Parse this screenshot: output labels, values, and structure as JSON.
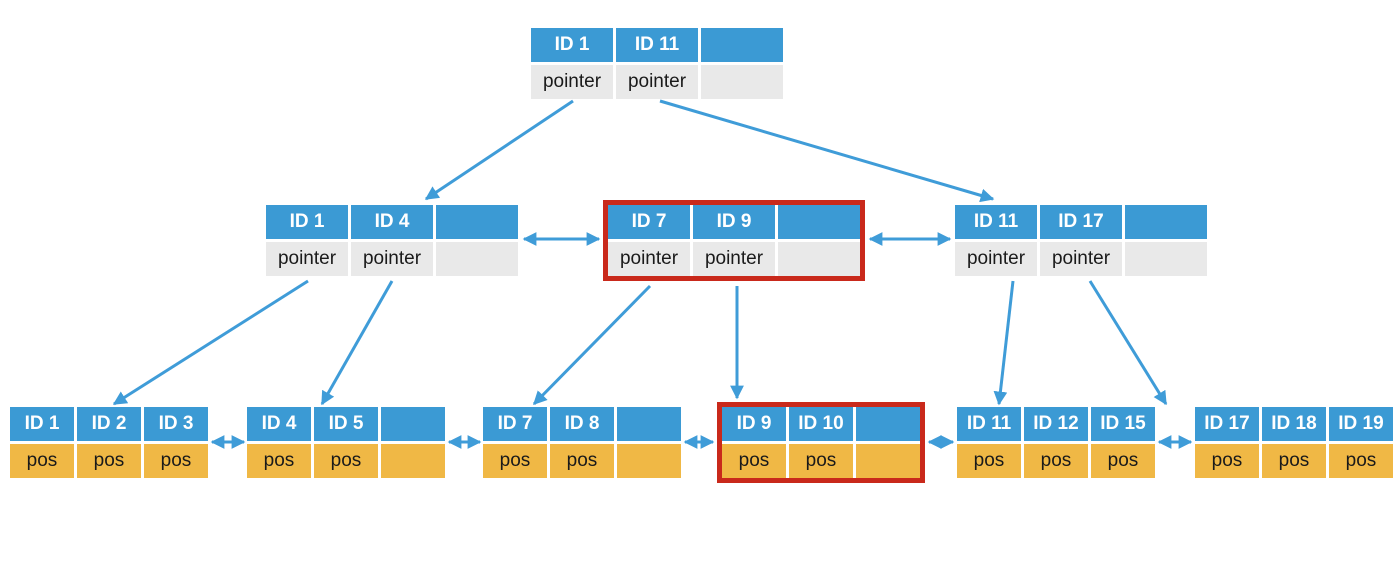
{
  "diagram": {
    "type": "b-plus-tree-index",
    "colors": {
      "header_fill": "#3B9AD4",
      "pointer_fill": "#E9E9E9",
      "pos_fill": "#F0B845",
      "highlight_border": "#C9291B",
      "arrow": "#3F9CD8",
      "key_text": "#FFFFFF",
      "value_text": "#1A1A1A",
      "background": "#FFFFFF"
    },
    "nodes": {
      "root": [
        {
          "keys": [
            "ID 1",
            "ID 11",
            ""
          ],
          "values": [
            "pointer",
            "pointer",
            ""
          ],
          "highlighted": false
        }
      ],
      "internal": [
        {
          "keys": [
            "ID 1",
            "ID 4",
            ""
          ],
          "values": [
            "pointer",
            "pointer",
            ""
          ],
          "highlighted": false
        },
        {
          "keys": [
            "ID 7",
            "ID 9",
            ""
          ],
          "values": [
            "pointer",
            "pointer",
            ""
          ],
          "highlighted": true
        },
        {
          "keys": [
            "ID 11",
            "ID 17",
            ""
          ],
          "values": [
            "pointer",
            "pointer",
            ""
          ],
          "highlighted": false
        }
      ],
      "leaves": [
        {
          "keys": [
            "ID 1",
            "ID 2",
            "ID 3"
          ],
          "values": [
            "pos",
            "pos",
            "pos"
          ],
          "highlighted": false
        },
        {
          "keys": [
            "ID 4",
            "ID 5",
            ""
          ],
          "values": [
            "pos",
            "pos",
            ""
          ],
          "highlighted": false
        },
        {
          "keys": [
            "ID 7",
            "ID 8",
            ""
          ],
          "values": [
            "pos",
            "pos",
            ""
          ],
          "highlighted": false
        },
        {
          "keys": [
            "ID 9",
            "ID 10",
            ""
          ],
          "values": [
            "pos",
            "pos",
            ""
          ],
          "highlighted": true
        },
        {
          "keys": [
            "ID 11",
            "ID 12",
            "ID 15"
          ],
          "values": [
            "pos",
            "pos",
            "pos"
          ],
          "highlighted": false
        },
        {
          "keys": [
            "ID 17",
            "ID 18",
            "ID 19"
          ],
          "values": [
            "pos",
            "pos",
            "pos"
          ],
          "highlighted": false
        }
      ]
    }
  }
}
